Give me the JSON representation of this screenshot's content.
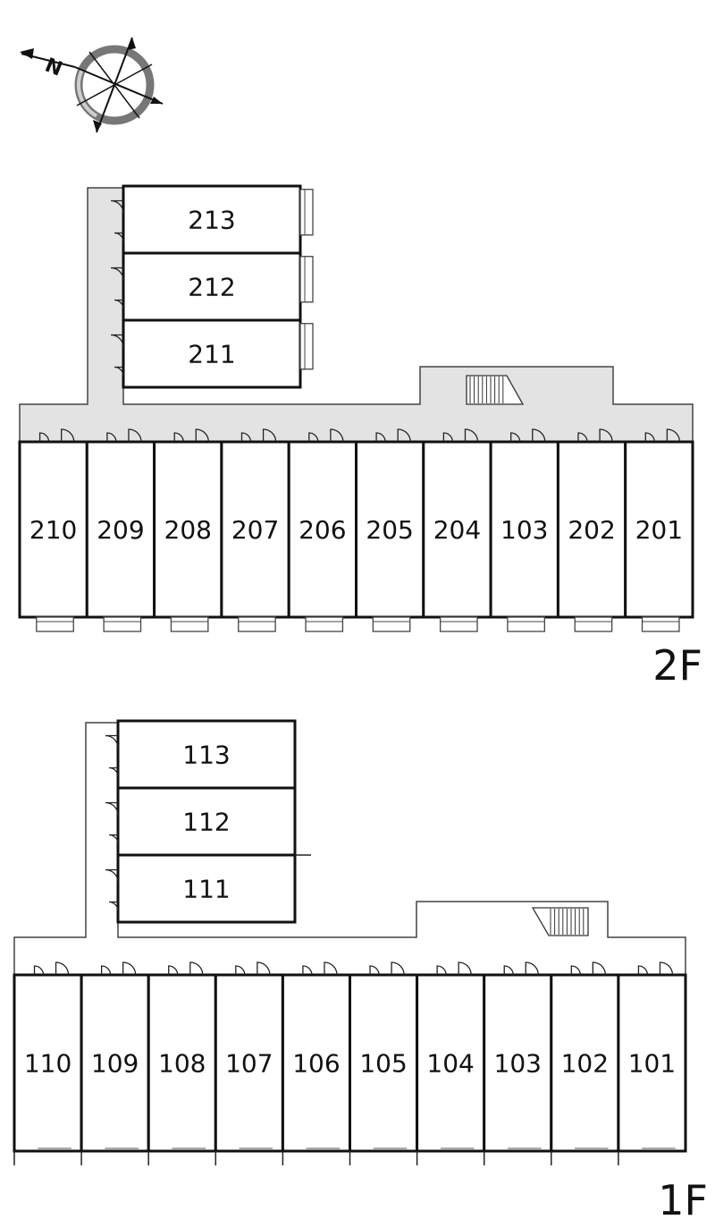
{
  "floors": {
    "f2": {
      "label": "2F",
      "row_units": [
        "210",
        "209",
        "208",
        "207",
        "206",
        "205",
        "204",
        "103",
        "202",
        "201"
      ],
      "wing_units": [
        "213",
        "212",
        "211"
      ]
    },
    "f1": {
      "label": "1F",
      "row_units": [
        "110",
        "109",
        "108",
        "107",
        "106",
        "105",
        "104",
        "103",
        "102",
        "101"
      ],
      "wing_units": [
        "113",
        "112",
        "111"
      ]
    }
  },
  "compass": {
    "letter": "N",
    "icon": "compass-rose-icon"
  },
  "colors": {
    "line": "#111111",
    "corridor_2f": "#e3e3e3",
    "compass_ring": "#777777"
  }
}
